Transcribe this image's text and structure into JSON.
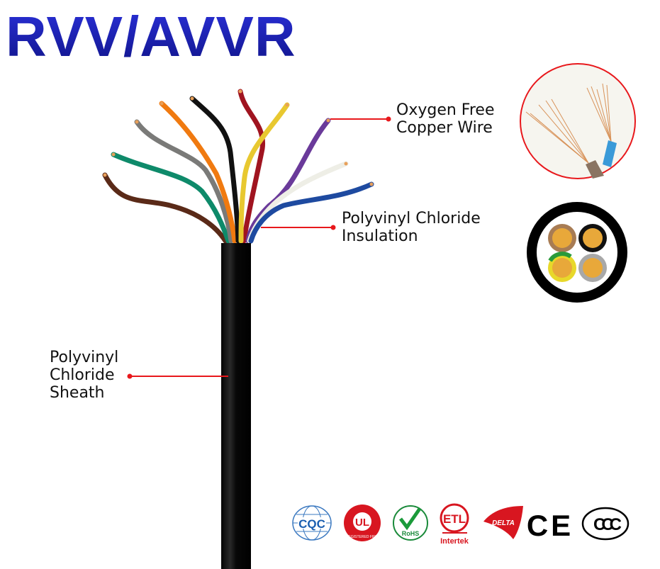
{
  "title": "RVV/AVVR",
  "labels": {
    "copper": [
      "Oxygen Free",
      "Copper Wire"
    ],
    "insulation": [
      "Polyvinyl Chloride",
      "Insulation"
    ],
    "sheath": [
      "Polyvinyl",
      "Chloride",
      "Sheath"
    ]
  },
  "wire_colors": [
    "#5a2a18",
    "#0e8a6a",
    "#7a7a78",
    "#f07a10",
    "#111111",
    "#a01420",
    "#e8c830",
    "#6a3a9a",
    "#eeeee6",
    "#1e4aa0"
  ],
  "accent_color": "#e8181c",
  "cross_section": {
    "cores": [
      {
        "name": "brown",
        "color": "#a87c54"
      },
      {
        "name": "black",
        "color": "#111111"
      },
      {
        "name": "yellow-green",
        "color": "#e8d82a"
      },
      {
        "name": "grey",
        "color": "#a8a8a8"
      }
    ],
    "conductor_color": "#e8a83a"
  },
  "certifications": [
    {
      "name": "CQC",
      "text": "CQC"
    },
    {
      "name": "UL",
      "text": "UL",
      "sub": "REGISTERED FIRM"
    },
    {
      "name": "RoHS",
      "text": "RoHS"
    },
    {
      "name": "ETL",
      "text": "ETL",
      "sub": "Intertek"
    },
    {
      "name": "DELTA",
      "text": "DELTA"
    },
    {
      "name": "CE",
      "text": "CE"
    },
    {
      "name": "CCC",
      "text": "CCC"
    }
  ]
}
